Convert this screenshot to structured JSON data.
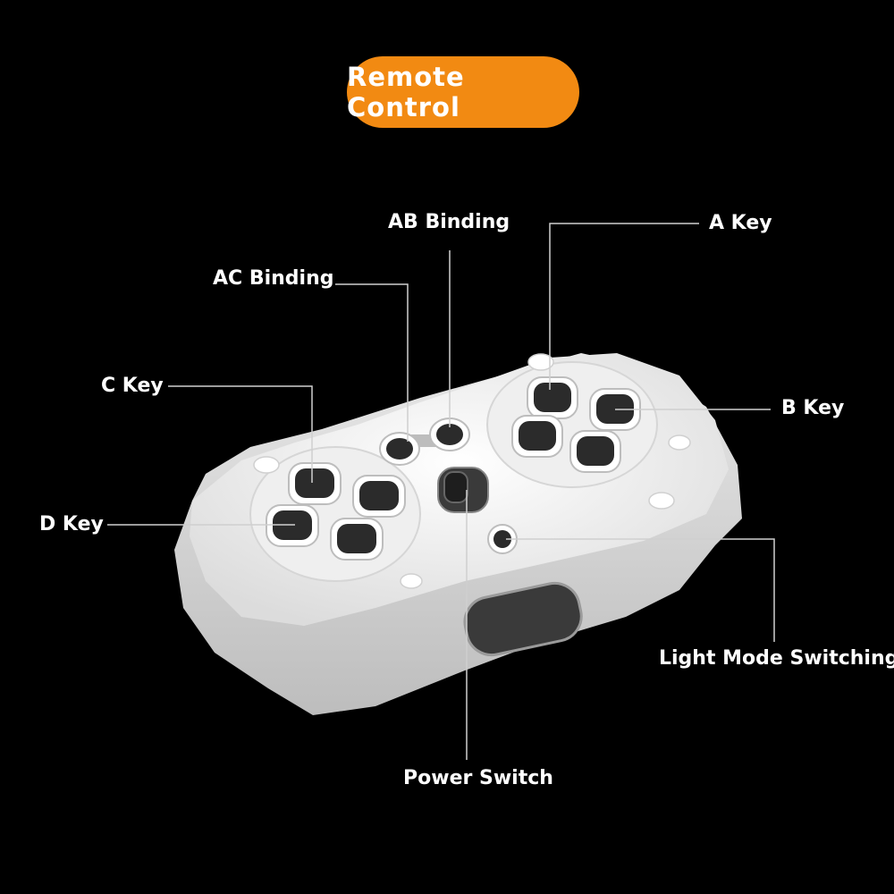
{
  "title": "Remote Control",
  "colors": {
    "background": "#000000",
    "title_pill": "#f28a12",
    "title_text": "#ffffff",
    "label_text": "#ffffff",
    "leader_line": "#cfcfcf",
    "device_body": "#f2f2f2",
    "button_ring": "#ffffff",
    "button_face": "#2b2b2b"
  },
  "labels": {
    "ab_binding": "AB Binding",
    "a_key": "A Key",
    "ac_binding": "AC Binding",
    "c_key": "C Key",
    "b_key": "B Key",
    "d_key": "D Key",
    "light_mode_switching": "Light Mode Switching",
    "power_switch": "Power Switch"
  }
}
